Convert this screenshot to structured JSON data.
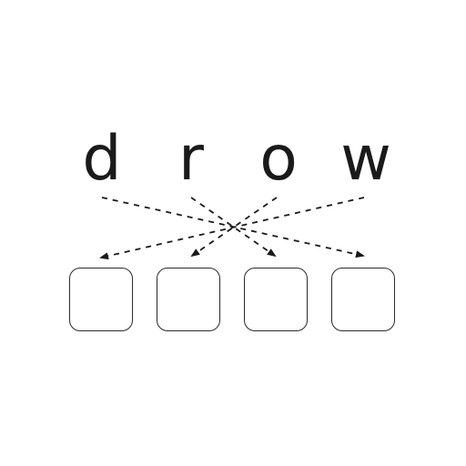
{
  "letters": [
    "d",
    "r",
    "o",
    "w"
  ],
  "slots": [
    "",
    "",
    "",
    ""
  ],
  "colors": {
    "ink": "#1a1a1a",
    "arrow": "#1a1a1a",
    "slot_border": "#2a2a2a",
    "background": "#ffffff"
  }
}
